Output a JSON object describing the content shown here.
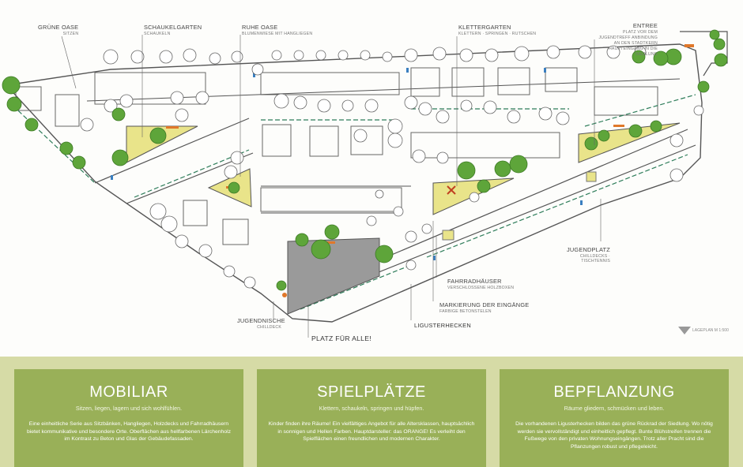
{
  "plan_labels": [
    {
      "id": "gruene-oase",
      "title": "GRÜNE OASE",
      "sub": "SITZEN"
    },
    {
      "id": "schaukelgarten",
      "title": "SCHAUKELGARTEN",
      "sub": "SCHAUKELN"
    },
    {
      "id": "ruhe-oase",
      "title": "RUHE OASE",
      "sub": "BLUMENWIESE MIT HANGLIEGEN"
    },
    {
      "id": "klettergarten",
      "title": "KLETTERGARTEN",
      "sub": "KLETTERN · SPRINGEN · RUTSCHEN"
    },
    {
      "id": "entree",
      "title": "ENTREE",
      "sub": "PLATZ VOR DEM JUGENDTREFF ANBINDUNG AN DEN STADTKERN HAUPTEINGANG IN DIE SIEDLUNG"
    },
    {
      "id": "jugendplatz",
      "title": "JUGENDPLATZ",
      "sub": "CHILLDECKS · TISCHTENNIS"
    },
    {
      "id": "fahrradhaeuser",
      "title": "FAHRRADHÄUSER",
      "sub": "VERSCHLOSSENE HOLZBOXEN"
    },
    {
      "id": "markierung",
      "title": "MARKIERUNG DER EINGÄNGE",
      "sub": "FARBIGE BETONSTELEN"
    },
    {
      "id": "jugendnische",
      "title": "JUGENDNISCHE",
      "sub": "CHILLDECK"
    }
  ],
  "callouts": {
    "ligusterhecken": "LIGUSTERHECKEN",
    "platz": "PLATZ FÜR ALLE!"
  },
  "scale_label": "LAGEPLAN   M 1:500",
  "colors": {
    "card": "#99b058",
    "band": "#d6dba6",
    "lawn": "#e9e48a",
    "tree": "#5ea53a",
    "plaza": "#9a9a9a"
  },
  "cards": [
    {
      "id": "mobiliar",
      "title": "MOBILIAR",
      "subtitle": "Sitzen, liegen, lagern und sich wohlfühlen.",
      "body": "Eine einheitliche Serie aus Sitzbänken, Hangliegen, Holzdecks und Fahrradhäusern bietet kommunikative und besondere Orte. Oberflächen aus hellfarbenen Lärchenholz im Kontrast zu Beton und Glas der Gebäudefassaden."
    },
    {
      "id": "spielplaetze",
      "title": "SPIELPLÄTZE",
      "subtitle": "Klettern, schaukeln, springen und hüpfen.",
      "body": "Kinder finden ihre Räume! Ein vielfältiges Angebot für alle Altersklassen, hauptsächlich in sonnigen und Hellen Farben. Hauptdarsteller: das ORANGE! Es verleiht den Spielflächen einen freundlichen und modernen Charakter."
    },
    {
      "id": "bepflanzung",
      "title": "BEPFLANZUNG",
      "subtitle": "Räume gliedern, schmücken und leben.",
      "body": "Die vorhandenen Ligusterhecken bilden das grüne Rückrad der Siedlung. Wo nötig werden sie vervollständigt und einheitlich gepflegt. Bunte Blühstreifen trennen die Fußwege von den privaten Wohnungseingängen. Trotz aller Pracht sind die Pflanzungen robust und pflegeleicht."
    }
  ]
}
